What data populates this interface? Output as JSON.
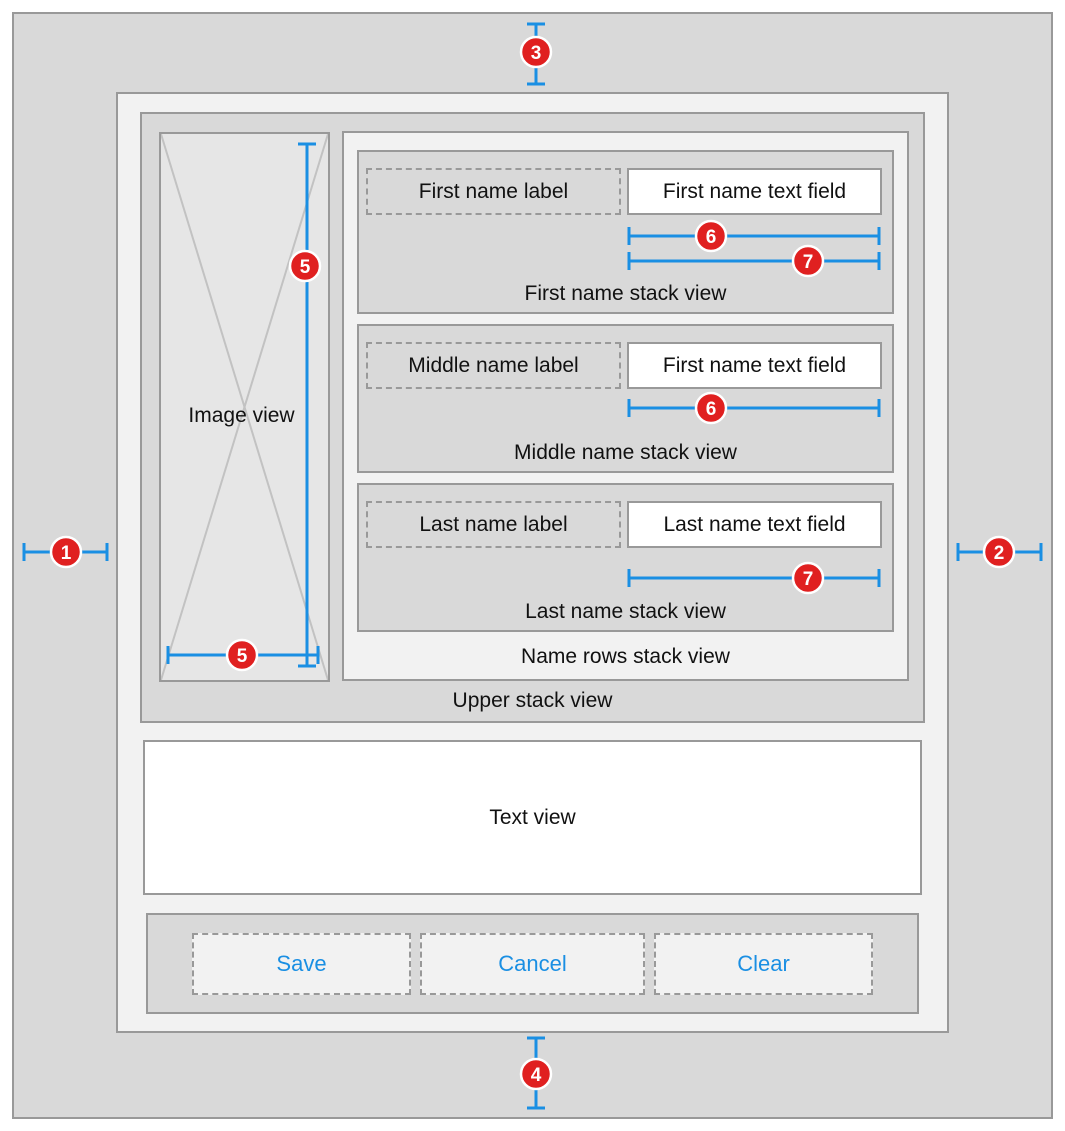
{
  "colors": {
    "accent": "#1a8fe3",
    "badge": "#e02020",
    "outer_bg": "#d9d9d9",
    "panel_bg": "#f2f2f2",
    "border": "#999999"
  },
  "image_view": {
    "label": "Image view"
  },
  "first_row": {
    "label": "First name label",
    "field": "First name text field",
    "stack": "First name stack view"
  },
  "middle_row": {
    "label": "Middle name label",
    "field": "First name text field",
    "stack": "Middle name stack view"
  },
  "last_row": {
    "label": "Last name label",
    "field": "Last name text field",
    "stack": "Last name stack view"
  },
  "name_rows_stack": "Name rows stack view",
  "upper_stack": "Upper stack view",
  "text_view": "Text view",
  "buttons": {
    "save": "Save",
    "cancel": "Cancel",
    "clear": "Clear"
  },
  "badges": [
    "1",
    "2",
    "3",
    "4",
    "5",
    "5",
    "6",
    "7",
    "6",
    "7"
  ]
}
